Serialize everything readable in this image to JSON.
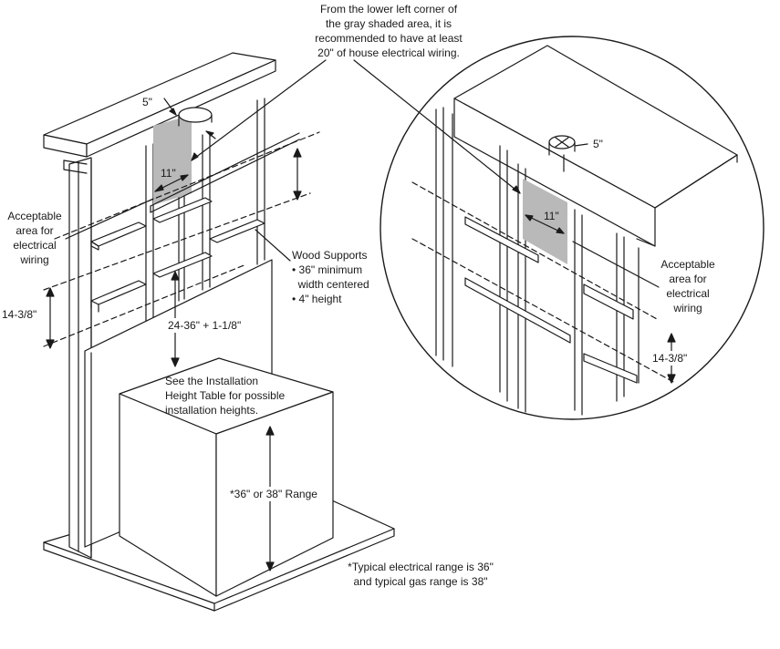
{
  "callouts": {
    "top_note": [
      "From the lower left corner of",
      "the gray shaded area, it is",
      "recommended to have at least",
      "20\" of house electrical wiring."
    ],
    "dim_5_left": "5\"",
    "dim_11_left": "11\"",
    "acceptable_left": [
      "Acceptable",
      "area  for",
      "electrical",
      "wiring"
    ],
    "dim_14_left": "14-3/8\"",
    "wood_supports": [
      "Wood Supports",
      "• 36\" minimum",
      "  width centered",
      "• 4\" height"
    ],
    "height_dim": "24-36\" + 1-1/8\"",
    "see_table": [
      "See the Installation",
      "Height Table for possible",
      "installation heights."
    ],
    "range_label": "*36\" or 38\" Range",
    "footnote": [
      "*Typical electrical range is 36\"",
      "and typical gas range is 38\""
    ],
    "dim_5_right": "5\"",
    "dim_11_right": "11\"",
    "acceptable_right": [
      "Acceptable",
      "area  for",
      "electrical",
      "wiring"
    ],
    "dim_14_right": "14-3/8\""
  },
  "colors": {
    "line": "#1a1a1a",
    "shaded_area": "#b9b9b9",
    "background": "#ffffff"
  }
}
